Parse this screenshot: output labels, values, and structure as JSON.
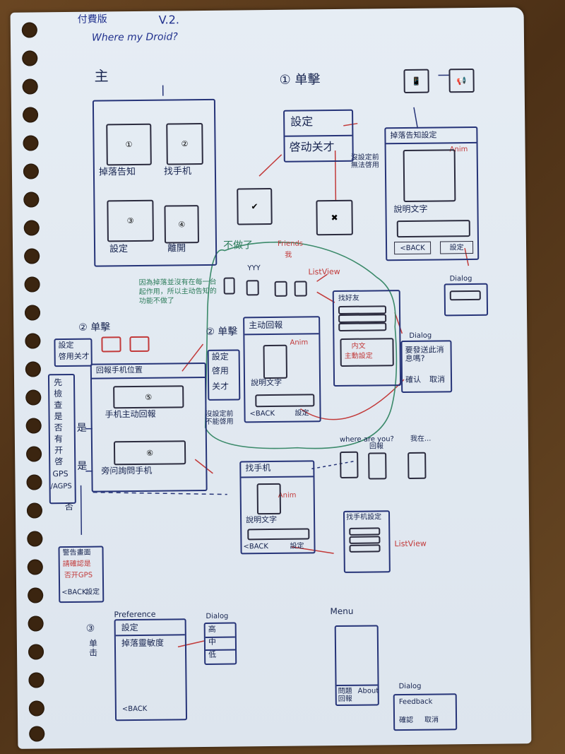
{
  "header": {
    "edition": "付費版",
    "version": "V.2.",
    "app_name": "Where my Droid?"
  },
  "main_screen": {
    "title": "主",
    "buttons": [
      {
        "num": "①",
        "label": "掉落告知"
      },
      {
        "num": "②",
        "label": "找手机"
      },
      {
        "num": "③",
        "label": "設定"
      },
      {
        "num": "④",
        "label": "離開"
      }
    ]
  },
  "click_section": {
    "title": "① 单擊",
    "menu_items": [
      "設定",
      "啓动关才"
    ],
    "note": "沒設定前無法啓用"
  },
  "fall_settings": {
    "title": "掉落告知設定",
    "anim": "Anim",
    "desc": "說明文字",
    "back": "<BACK",
    "settings": "設定"
  },
  "dialog_small": {
    "title": "Dialog"
  },
  "undone_section": {
    "title": "不做了",
    "friends": "Friends",
    "me": "我",
    "yyy": "YYY",
    "listview": "ListView",
    "sub_note": "因為掉落並沒有在每一台起作用，所以主动告知的功能不做了",
    "click2": "② 单擊",
    "menu2": [
      "設定",
      "啓用",
      "关才"
    ],
    "note2": "沒設定前不能啓用",
    "report": {
      "title": "主动回報",
      "anim": "Anim",
      "desc": "說明文字",
      "back": "<BACK",
      "settings": "設定"
    },
    "list_screen": {
      "title": "找好友",
      "content_line1": "内文",
      "content_line2": "主動設定"
    }
  },
  "dialog_send": {
    "title": "Dialog",
    "question": "要發送此消息嗎?",
    "ok": "確认",
    "cancel": "取消"
  },
  "left_flow": {
    "click": "② 单擊",
    "menu": [
      "設定",
      "啓用关才"
    ],
    "gps_check": [
      "先",
      "檢",
      "查",
      "是",
      "否",
      "有",
      "开",
      "啓",
      "GPS",
      "/AGPS"
    ],
    "yes": "是",
    "yes2": "是",
    "no": "否",
    "report_loc": {
      "title": "回報手机位置",
      "opt1_num": "⑤",
      "opt1": "手机主动回報",
      "opt2_num": "⑥",
      "opt2": "旁问詢問手机"
    },
    "alert": {
      "line1": "警告畫面",
      "line2": "請確認是",
      "line3": "否开GPS",
      "back": "<BACK",
      "settings": "設定"
    }
  },
  "find_phone": {
    "title": "找手机",
    "anim": "Anim",
    "desc": "說明文字",
    "back": "<BACK",
    "settings": "設定"
  },
  "phone_flow": {
    "label1": "where are you?",
    "label2": "回報",
    "label3": "我在..."
  },
  "listview_screen": {
    "title": "找手机設定",
    "listview": "ListView"
  },
  "preference": {
    "num": "③",
    "action": "单击",
    "title": "Preference",
    "items": [
      "設定",
      "掉落靈敏度"
    ],
    "back": "<BACK",
    "dialog": {
      "title": "Dialog",
      "options": [
        "高",
        "中",
        "低"
      ]
    }
  },
  "menu_screen": {
    "title": "Menu",
    "items": [
      "問題回報",
      "About"
    ],
    "dialog": {
      "title": "Dialog",
      "field": "Feedback",
      "buttons": [
        "確認",
        "取消"
      ]
    }
  }
}
